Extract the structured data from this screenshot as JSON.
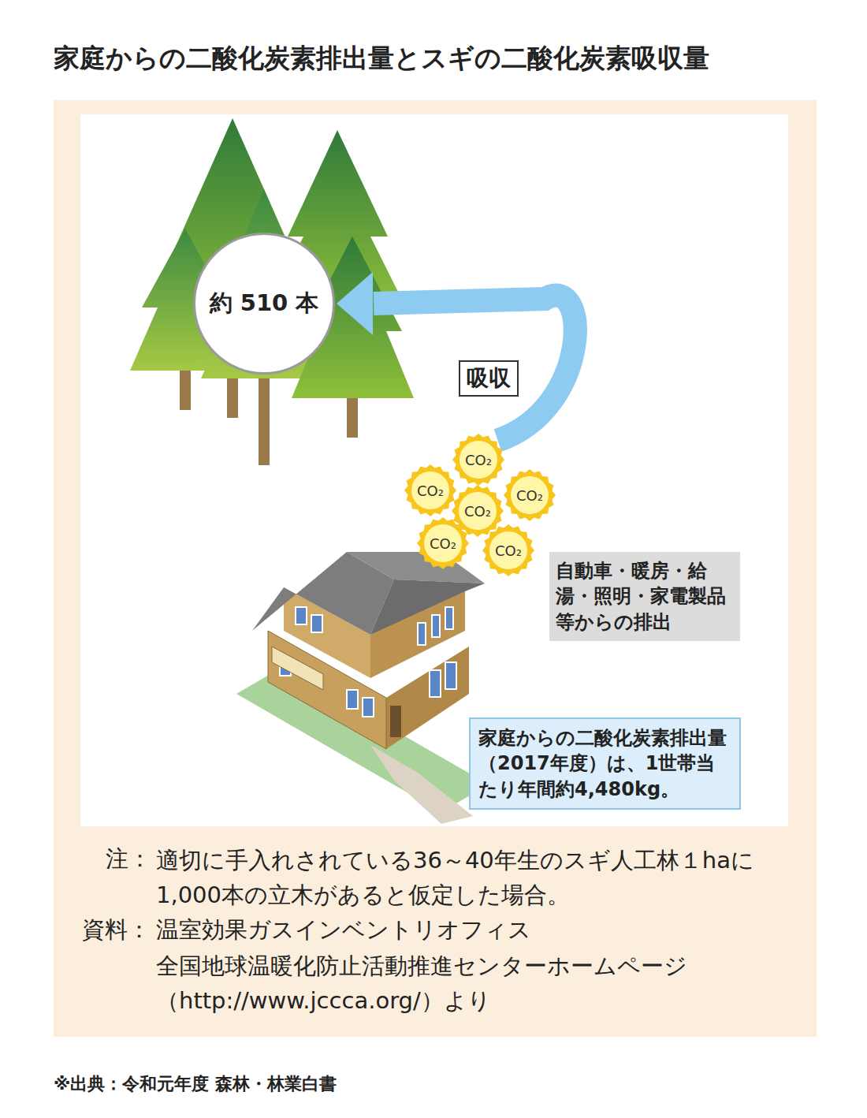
{
  "diagram": {
    "title": "家庭からの二酸化炭素排出量とスギの二酸化炭素吸収量",
    "nodes": [
      {
        "text": [
          "約 510 本"
        ]
      },
      {
        "text": [
          "吸収"
        ]
      },
      {
        "text": [
          "CO₂"
        ]
      },
      {
        "text": [
          "CO₂"
        ]
      },
      {
        "text": [
          "CO₂"
        ]
      },
      {
        "text": [
          "CO₂"
        ]
      },
      {
        "text": [
          "CO₂"
        ]
      },
      {
        "text": [
          "CO₂"
        ]
      },
      {
        "text": [
          "自動車・暖房・給湯・照明・家電製品等からの排出"
        ]
      },
      {
        "text": [
          "家庭からの二酸化炭素排出量（2017年度）は、1世帯当たり年間約4,480kg。"
        ]
      }
    ],
    "edges": [
      {
        "from": 2,
        "to": 0,
        "arrow": "to"
      }
    ],
    "labels": [
      "注：",
      "適切に手入れされている36～40年生のスギ人工林１haに1,000本の立木があると仮定した場合。",
      "資料：",
      "温室効果ガスインベントリオフィス",
      "全国地球温暖化防止活動推進センターホームページ（http://www.jccca.org/）より",
      "※出典：令和元年度 森林・林業白書"
    ]
  }
}
